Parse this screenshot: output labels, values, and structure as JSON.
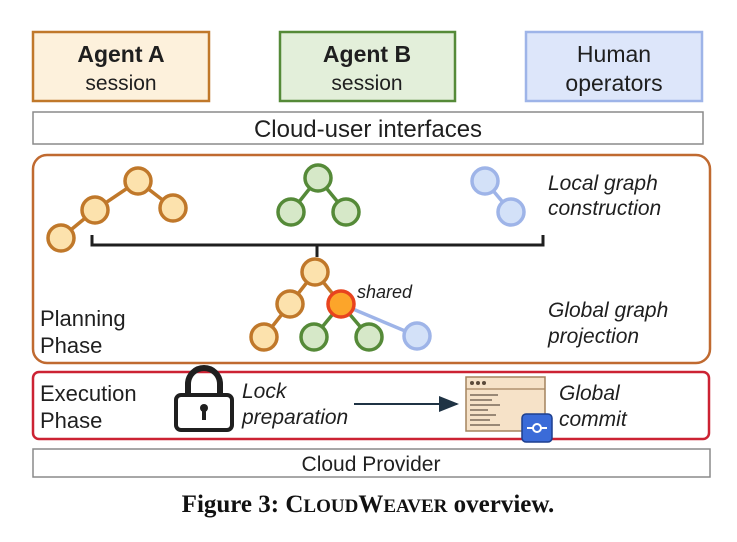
{
  "agents": {
    "a": {
      "title": "Agent A",
      "subtitle": "session"
    },
    "b": {
      "title": "Agent B",
      "subtitle": "session"
    },
    "human": {
      "line1": "Human",
      "line2": "operators"
    }
  },
  "interfaces": {
    "label": "Cloud-user interfaces"
  },
  "planning": {
    "phase_line1": "Planning",
    "phase_line2": "Phase",
    "local_line1": "Local graph",
    "local_line2": "construction",
    "global_line1": "Global graph",
    "global_line2": "projection",
    "shared_label": "shared"
  },
  "execution": {
    "phase_line1": "Execution",
    "phase_line2": "Phase",
    "lock_line1": "Lock",
    "lock_line2": "preparation",
    "commit_line1": "Global",
    "commit_line2": "commit"
  },
  "provider": {
    "label": "Cloud Provider"
  },
  "caption": {
    "prefix": "Figure 3: ",
    "c1": "C",
    "r1": "LOUD",
    "c2": "W",
    "r2": "EAVER",
    "suffix": " overview."
  },
  "colors": {
    "orange_stroke": "#c0782a",
    "orange_fill": "#fce2ad",
    "green_stroke": "#558a38",
    "green_fill": "#d6e8c8",
    "blue_stroke": "#9eb4e8",
    "blue_fill": "#d3e1f8",
    "shared_fill": "#fca52a",
    "shared_stroke": "#e8431e",
    "planning_border": "#c06a30",
    "execution_border": "#cc2233",
    "dark": "#1f1f1f"
  },
  "icons": {
    "lock": "padlock-icon",
    "commit": "terminal-window-icon",
    "badge": "commit-badge-icon",
    "arrow": "arrow-right-icon"
  }
}
